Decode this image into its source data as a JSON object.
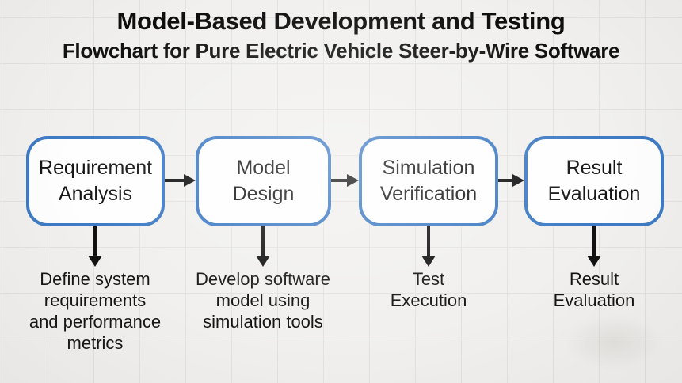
{
  "page": {
    "title": "Model-Based Development and Testing",
    "subtitle": "Flowchart for Pure Electric Vehicle Steer-by-Wire Software"
  },
  "flowchart": {
    "steps": [
      {
        "label": "Requirement\nAnalysis",
        "caption": "Define system\nrequirements\nand performance\nmetrics"
      },
      {
        "label": "Model\nDesign",
        "caption": "Develop software\nmodel using\nsimulation tools"
      },
      {
        "label": "Simulation\nVerification",
        "caption": "Test\nExecution"
      },
      {
        "label": "Result\nEvaluation",
        "caption": "Result\nEvaluation"
      }
    ]
  },
  "icons": {
    "horizontal_connector": "arrow-right-icon",
    "vertical_connector": "arrow-down-icon"
  },
  "colors": {
    "background": "#f1f0ee",
    "grid_line": "#e3e2e0",
    "box_border": "#3e7bc4",
    "box_fill": "#fefefe",
    "arrow": "#121212",
    "text": "#151515"
  }
}
